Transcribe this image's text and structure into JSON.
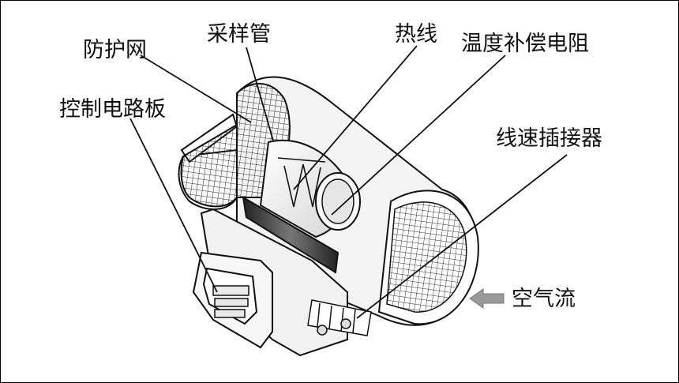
{
  "labels": {
    "protective_mesh": "防护网",
    "sampling_tube": "采样管",
    "hot_wire": "热线",
    "temp_compensation_resistor": "温度补偿电阻",
    "control_circuit_board": "控制电路板",
    "wire_connector": "线速插接器",
    "airflow": "空气流"
  },
  "colors": {
    "line": "#111111",
    "mesh": "#333333",
    "body_fill": "#f4f4f4",
    "shade_dark": "#3a3a3a",
    "arrow": "#9a9a9a"
  }
}
